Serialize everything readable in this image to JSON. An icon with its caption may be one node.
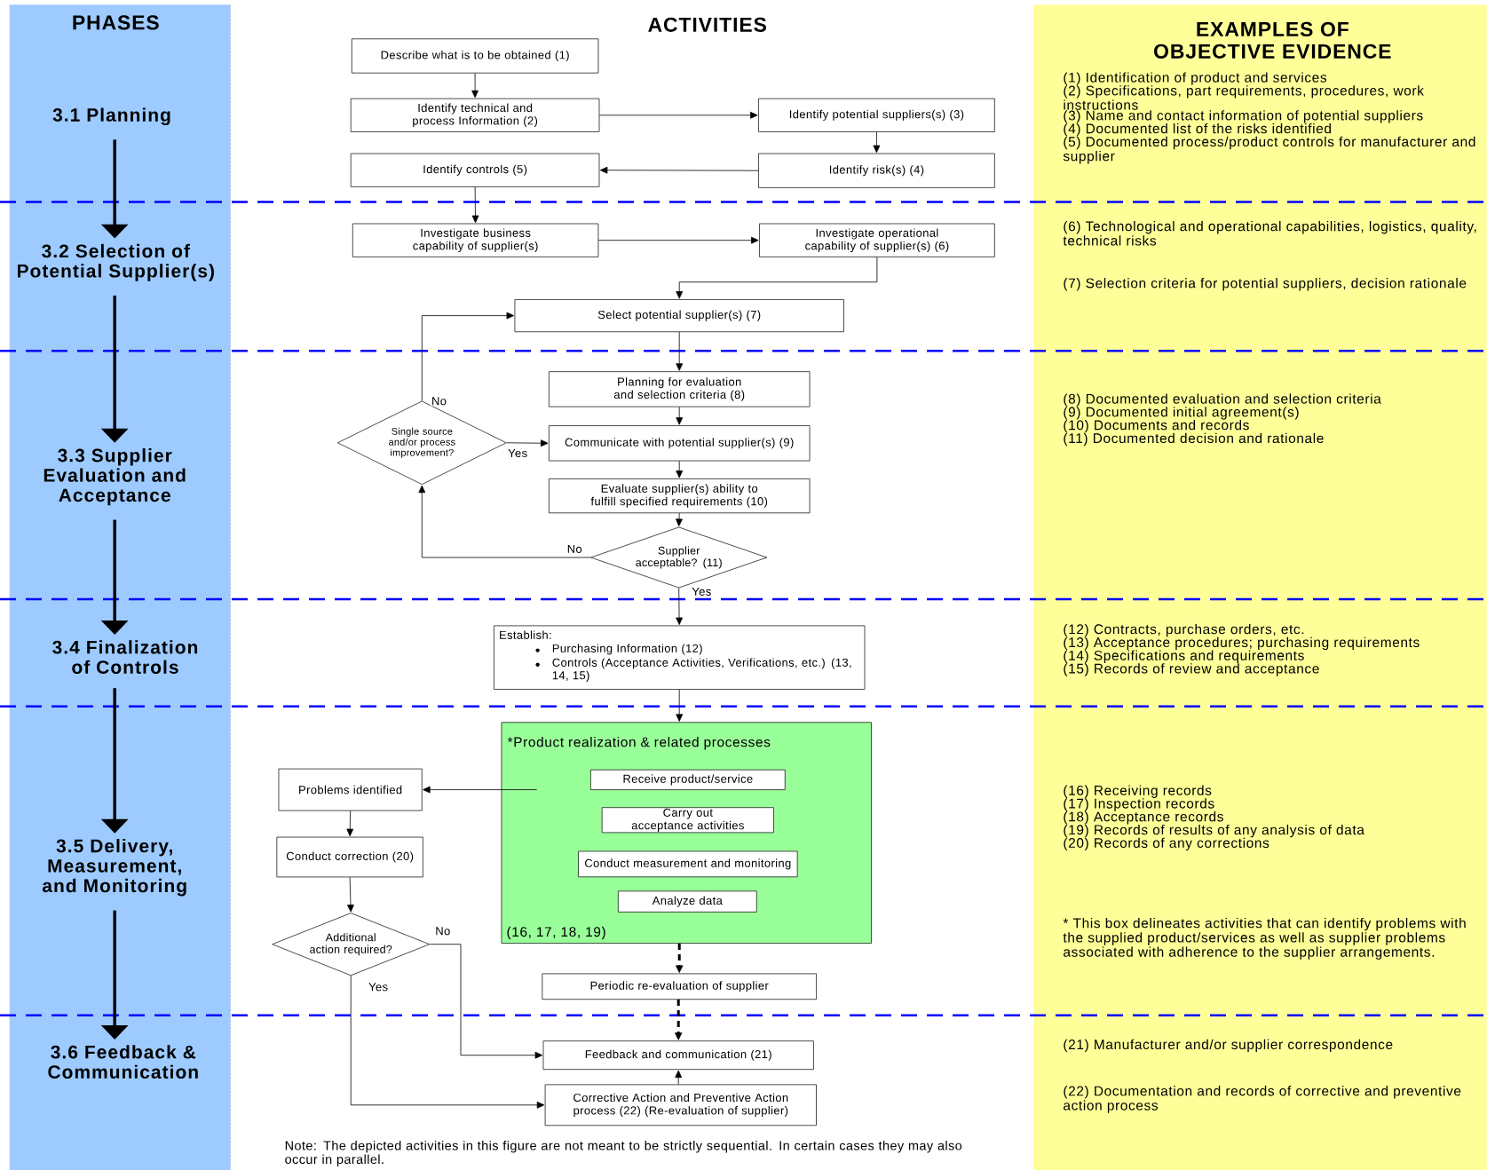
{
  "diagram": {
    "nodes": [
      {
        "text": [
          "PHASES"
        ]
      },
      {
        "text": [
          "3.1 Planning"
        ],
        "in": 0
      },
      {
        "text": [
          "3.2 Selection of Potential Supplier(s)"
        ],
        "in": 0
      },
      {
        "text": [
          "3.3 Supplier Evaluation and Acceptance"
        ],
        "in": 0
      },
      {
        "text": [
          "3.4 Finalization of Controls"
        ],
        "in": 0
      },
      {
        "text": [
          "3.5 Delivery, Measurement, and Monitoring"
        ],
        "in": 0
      },
      {
        "text": [
          "3.6 Feedback & Communication"
        ],
        "in": 0
      },
      {
        "text": [
          "EXAMPLES OF OBJECTIVE EVIDENCE",
          "(1) Identification of product and services",
          "(2) Specifications, part requirements, procedures, work instructions",
          "(3) Name and contact information of potential suppliers",
          "(4) Documented list of the risks identified",
          "(5) Documented process/product controls for manufacturer and supplier",
          "(6) Technological and operational capabilities, logistics, quality, technical risks",
          "(7) Selection criteria for potential suppliers, decision rationale",
          "(8) Documented evaluation and selection criteria",
          "(9) Documented initial agreement(s)",
          "(10) Documents and records",
          "(11) Documented decision and rationale",
          "(12) Contracts, purchase orders, etc.",
          "(13) Acceptance procedures; purchasing requirements",
          "(14) Specifications and requirements",
          "(15) Records of review and acceptance",
          "(16) Receiving records",
          "(17) Inspection records",
          "(18) Acceptance records",
          "(19) Records of results of any analysis of data",
          "(20) Records of any corrections",
          "* This box delineates activities that can identify problems with the supplied product/services as well as supplier problems associated with adherence to the supplier arrangements.",
          "(21) Manufacturer and/or supplier correspondence",
          "(22) Documentation and records of corrective and preventive action process"
        ]
      },
      {
        "text": [
          "Describe what is to be obtained (1)"
        ]
      },
      {
        "text": [
          "Identify technical and process Information (2)"
        ]
      },
      {
        "text": [
          "Identify potential suppliers(s) (3)"
        ]
      },
      {
        "text": [
          "Identify controls (5)"
        ]
      },
      {
        "text": [
          "Identify risk(s) (4)"
        ]
      },
      {
        "text": [
          "Investigate business capability of supplier(s)"
        ]
      },
      {
        "text": [
          "Investigate operational capability of supplier(s) (6)"
        ]
      },
      {
        "text": [
          "Select potential supplier(s) (7)"
        ]
      },
      {
        "text": [
          "Planning for evaluation and selection criteria (8)"
        ]
      },
      {
        "text": [
          "Communicate with potential supplier(s) (9)"
        ]
      },
      {
        "text": [
          "Evaluate supplier(s) ability to fulfill specified requirements (10)"
        ]
      },
      {
        "text": [
          "Single source and/or process improvement?"
        ]
      },
      {
        "text": [
          "Supplier acceptable? (11)"
        ]
      },
      {
        "text": [
          "Establish:",
          "Purchasing Information (12)",
          "Controls (Acceptance Activities, Verifications, etc.) (13, 14, 15)"
        ]
      },
      {
        "text": [
          "*Product realization & related processes",
          "(16, 17, 18, 19)"
        ]
      },
      {
        "text": [
          "Receive product/service"
        ],
        "in": 22
      },
      {
        "text": [
          "Carry out acceptance activities"
        ],
        "in": 22
      },
      {
        "text": [
          "Conduct measurement and monitoring"
        ],
        "in": 22
      },
      {
        "text": [
          "Analyze data"
        ],
        "in": 22
      },
      {
        "text": [
          "Problems identified"
        ]
      },
      {
        "text": [
          "Conduct correction (20)"
        ]
      },
      {
        "text": [
          "Additional action required?"
        ]
      },
      {
        "text": [
          "Periodic re-evaluation of supplier"
        ]
      },
      {
        "text": [
          "Feedback and communication (21)"
        ]
      },
      {
        "text": [
          "Corrective Action and Preventive Action process (22) (Re-evaluation of supplier)"
        ]
      }
    ],
    "edges": [
      {
        "from": 1,
        "to": 2,
        "arrow": "to",
        "style": "thick"
      },
      {
        "from": 2,
        "to": 3,
        "arrow": "to",
        "style": "thick"
      },
      {
        "from": 3,
        "to": 4,
        "arrow": "to",
        "style": "thick"
      },
      {
        "from": 4,
        "to": 5,
        "arrow": "to",
        "style": "thick"
      },
      {
        "from": 5,
        "to": 6,
        "arrow": "to",
        "style": "thick"
      },
      {
        "from": 8,
        "to": 9,
        "arrow": "to"
      },
      {
        "from": 9,
        "to": 10,
        "arrow": "to"
      },
      {
        "from": 10,
        "to": 12,
        "arrow": "to"
      },
      {
        "from": 12,
        "to": 11,
        "arrow": "to"
      },
      {
        "from": 11,
        "to": 13,
        "arrow": "to"
      },
      {
        "from": 13,
        "to": 14,
        "arrow": "to"
      },
      {
        "from": 14,
        "to": 15,
        "arrow": "to"
      },
      {
        "from": 19,
        "to": 15,
        "arrow": "to",
        "label": "No"
      },
      {
        "from": 15,
        "to": 16,
        "arrow": "to"
      },
      {
        "from": 16,
        "to": 17,
        "arrow": "to"
      },
      {
        "from": 19,
        "to": 17,
        "arrow": "to",
        "label": "Yes"
      },
      {
        "from": 17,
        "to": 18,
        "arrow": "to"
      },
      {
        "from": 18,
        "to": 20,
        "arrow": "to"
      },
      {
        "from": 20,
        "to": 19,
        "arrow": "to",
        "label": "No"
      },
      {
        "from": 20,
        "to": 21,
        "arrow": "to",
        "label": "Yes"
      },
      {
        "from": 21,
        "to": 22,
        "arrow": "to"
      },
      {
        "from": 22,
        "to": 27,
        "arrow": "to"
      },
      {
        "from": 27,
        "to": 28,
        "arrow": "to"
      },
      {
        "from": 28,
        "to": 29,
        "arrow": "to"
      },
      {
        "from": 29,
        "to": 31,
        "arrow": "to",
        "label": "No"
      },
      {
        "from": 29,
        "to": 32,
        "arrow": "to",
        "label": "Yes"
      },
      {
        "from": 22,
        "to": 30,
        "arrow": "to",
        "style": "dashed"
      },
      {
        "from": 30,
        "to": 31,
        "arrow": "to",
        "style": "dashed"
      },
      {
        "from": 32,
        "to": 31,
        "arrow": "to"
      }
    ],
    "labels": [
      "ACTIVITIES",
      "Note: The depicted activities in this figure are not meant to be strictly sequential. In certain cases they may also occur in parallel."
    ]
  }
}
